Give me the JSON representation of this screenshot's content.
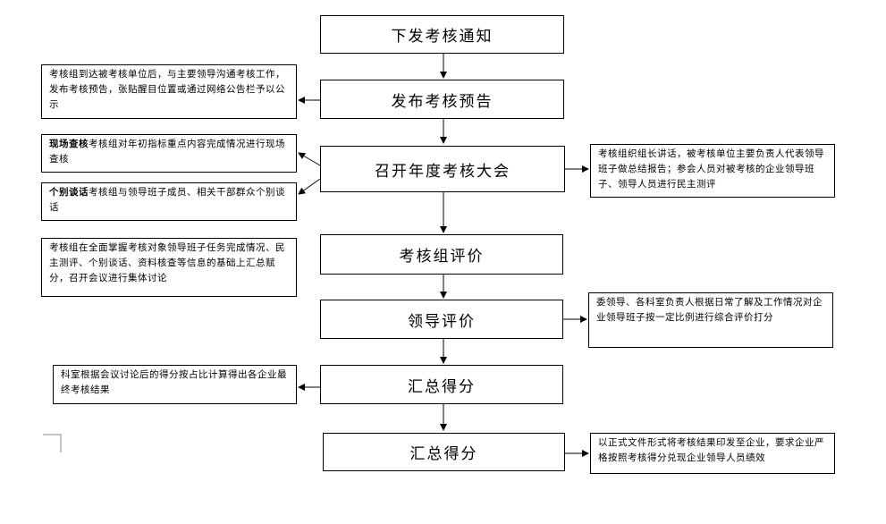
{
  "steps": {
    "s1": "下发考核通知",
    "s2": "发布考核预告",
    "s3": "召开年度考核大会",
    "s4": "考核组评价",
    "s5": "领导评价",
    "s6": "汇总得分",
    "s7": "汇总得分"
  },
  "notes": {
    "n_preview": "考核组到达被考核单位后，与主要领导沟通考核工作，发布考核预告，张贴醒目位置或通过网络公告栏予以公示",
    "n_site_title": "现场查核",
    "n_site_text": "考核组对年初指标重点内容完成情况进行现场查核",
    "n_talk_title": "个别谈话",
    "n_talk_text": "考核组与领导班子成员、相关干部群众个别谈话",
    "n_meeting": "考核组织组长讲话，被考核单位主要负责人代表领导班子做总结报告；参会人员对被考核的企业领导班子、领导人员进行民主测评",
    "n_group": "考核组在全面掌握考核对象领导班子任务完成情况、民主测评、个别谈话、资料核查等信息的基础上汇总赋分，召开会议进行集体讨论",
    "n_leader": "委领导、各科室负责人根据日常了解及工作情况对企业领导班子按一定比例进行综合评价打分",
    "n_summary": "科室根据会议讨论后的得分按占比计算得出各企业最终考核结果",
    "n_final": "以正式文件形式将考核结果印发至企业，要求企业严格按照考核得分兑现企业领导人员绩效"
  }
}
